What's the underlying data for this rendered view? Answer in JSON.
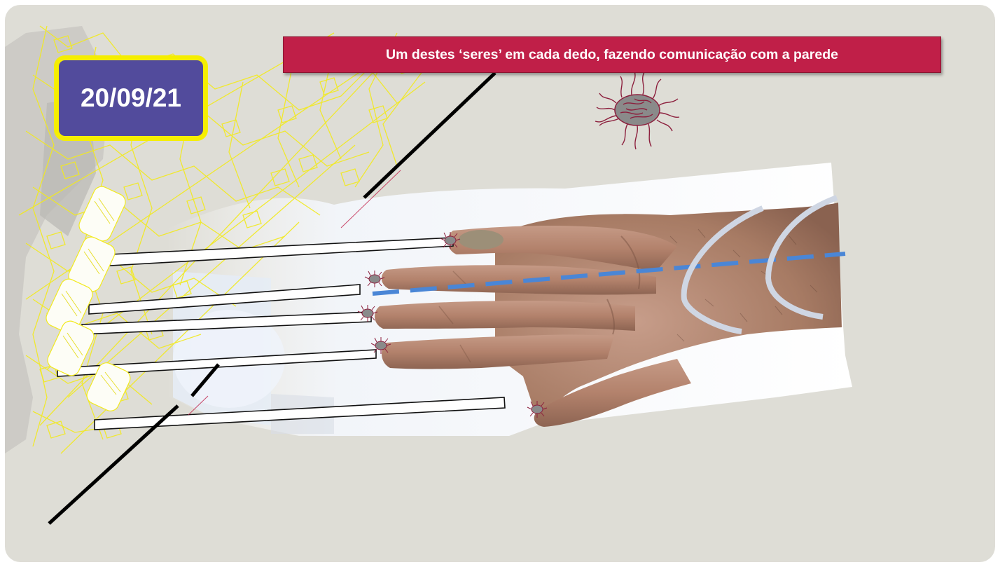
{
  "date_badge": {
    "text": "20/09/21"
  },
  "caption": {
    "text": "Um destes ‘seres’  em cada dedo, fazendo comunicação com a parede"
  },
  "colors": {
    "background": "#deddd6",
    "badge_fill": "#524b9c",
    "badge_border": "#f5ee00",
    "caption_fill": "#c01f48",
    "wall_lines": "#f2ea1d",
    "skin": "#b58a74",
    "energy_line": "#4a86d6",
    "arcs": "#cfd6e3",
    "creature": "#8c1f3d",
    "creature_body": "#8a8a8a"
  },
  "icons": [
    "hand-illustration",
    "wall-network-lines",
    "fingertip-creature-icon",
    "large-creature-icon",
    "energy-arc-icon"
  ]
}
